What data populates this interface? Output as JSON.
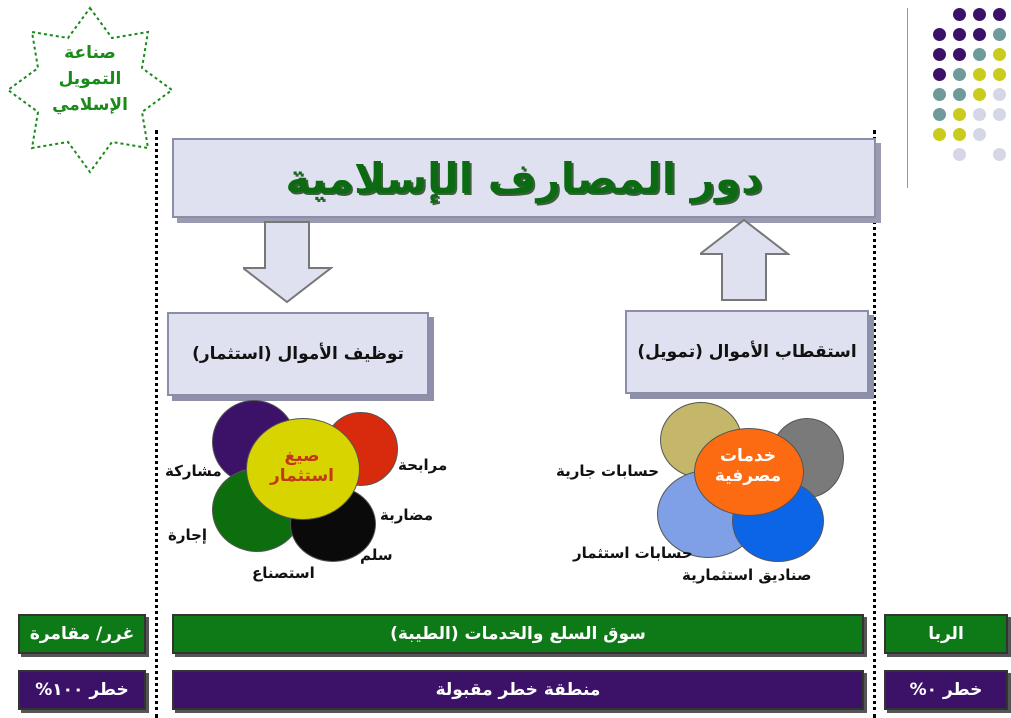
{
  "badge": {
    "lines": [
      "صناعة",
      "التمويل",
      "الإسلامي"
    ]
  },
  "title": "دور المصارف الإسلامية",
  "left_box": "توظيف الأموال (استثمار)",
  "right_box": "استقطاب الأموال (تمويل)",
  "left_flower": {
    "center": [
      "صيغ",
      "استثمار"
    ],
    "labels": [
      "مرابحة",
      "مشاركة",
      "مضاربة",
      "إجارة",
      "سلم",
      "استصناع"
    ]
  },
  "right_flower": {
    "center": [
      "خدمات",
      "مصرفية"
    ],
    "labels": [
      "حسابات جارية",
      "حسابات استثمار",
      "صناديق استثمارية"
    ]
  },
  "bars": {
    "row1": {
      "left": "غرر/ مقامرة",
      "middle": "سوق السلع والخدمات (الطيبة)",
      "right": "الربا"
    },
    "row2": {
      "left": "خطر ١٠٠%",
      "middle": "منطقة خطر مقبولة",
      "right": "خطر ٠%"
    }
  },
  "colors": {
    "title_green": "#0b6a12",
    "box_fill": "#dfe1f0",
    "bar_green": "#0e7a17",
    "bar_purple": "#3b1268",
    "dots_purple": "#3b1268",
    "dots_teal": "#6e9a9a",
    "dots_yellow": "#c9cc1c",
    "dots_lavender": "#d6d7e6"
  }
}
